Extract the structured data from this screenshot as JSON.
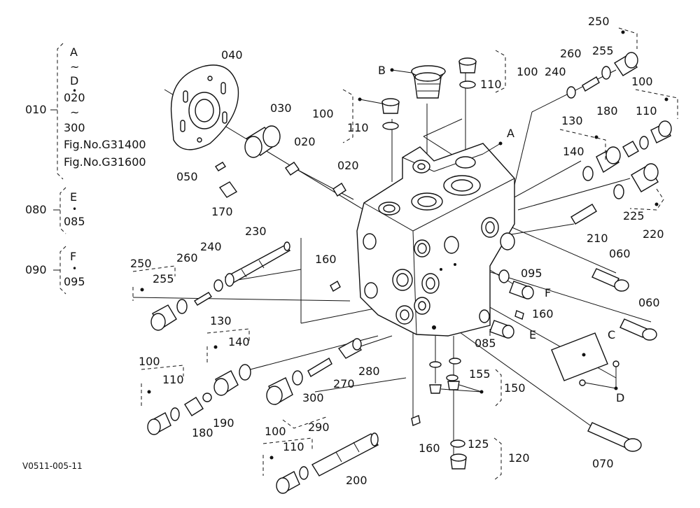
{
  "diagram": {
    "ref_code": "V0511-005-11",
    "legend": {
      "n010": "010",
      "range_start": "A",
      "range_end": "D",
      "n020": "020",
      "n300": "300",
      "fig1": "Fig.No.G31400",
      "fig2": "Fig.No.G31600",
      "n080": "080",
      "letter_e": "E",
      "n085": "085",
      "n090": "090",
      "letter_f": "F",
      "n095": "095",
      "tilde": "~",
      "sep": "•"
    },
    "labels": {
      "p040": "040",
      "p030": "030",
      "p020a": "020",
      "p020b": "020",
      "p050": "050",
      "p170": "170",
      "p230": "230",
      "p240a": "240",
      "p260a": "260",
      "p250a": "250",
      "p255a": "255",
      "p160a": "160",
      "p130a": "130",
      "p140a": "140",
      "p100a": "100",
      "p110a": "110",
      "p180a": "180",
      "p190": "190",
      "p270": "270",
      "p280": "280",
      "p300": "300",
      "p290": "290",
      "p100b": "100",
      "p110b": "110",
      "p200": "200",
      "p160b": "160",
      "p155": "155",
      "p150": "150",
      "p125": "125",
      "p120": "120",
      "p070": "070",
      "letterB": "B",
      "p100c": "100",
      "p110c": "110",
      "p100d": "100",
      "p110d": "110",
      "letterA": "A",
      "p240b": "240",
      "p260b": "260",
      "p255b": "255",
      "p250b": "250",
      "p100e": "100",
      "p110e": "110",
      "p130b": "130",
      "p140b": "140",
      "p180b": "180",
      "p225": "225",
      "p220": "220",
      "p210": "210",
      "p060a": "060",
      "p060b": "060",
      "p095": "095",
      "letterF": "F",
      "p160c": "160",
      "p085": "085",
      "letterE": "E",
      "letterC": "C",
      "letterD": "D"
    }
  }
}
